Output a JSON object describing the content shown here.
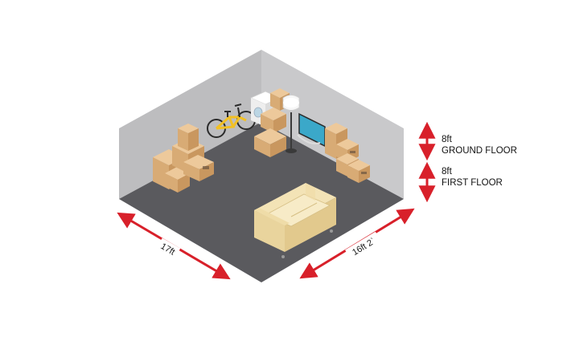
{
  "colors": {
    "floor": "#5a5a5e",
    "wall_left": "#bdbdbf",
    "wall_back": "#c9c9cb",
    "wall_right": "#8c8c8f",
    "arrow": "#d8202a",
    "box": "#e0b98a",
    "sofa": "#f1dfae",
    "tv": "#3ba8c9"
  },
  "dimensions": {
    "width_label": "17ft",
    "depth_label": "16ft  2`"
  },
  "height": {
    "upper_value": "8ft",
    "upper_label": "GROUND FLOOR",
    "lower_value": "8ft",
    "lower_label": "FIRST FLOOR"
  },
  "icons": [
    "bicycle-icon",
    "floor-lamp-icon",
    "tv-icon",
    "washing-machine-icon",
    "sofa-icon",
    "cardboard-box-icon"
  ]
}
